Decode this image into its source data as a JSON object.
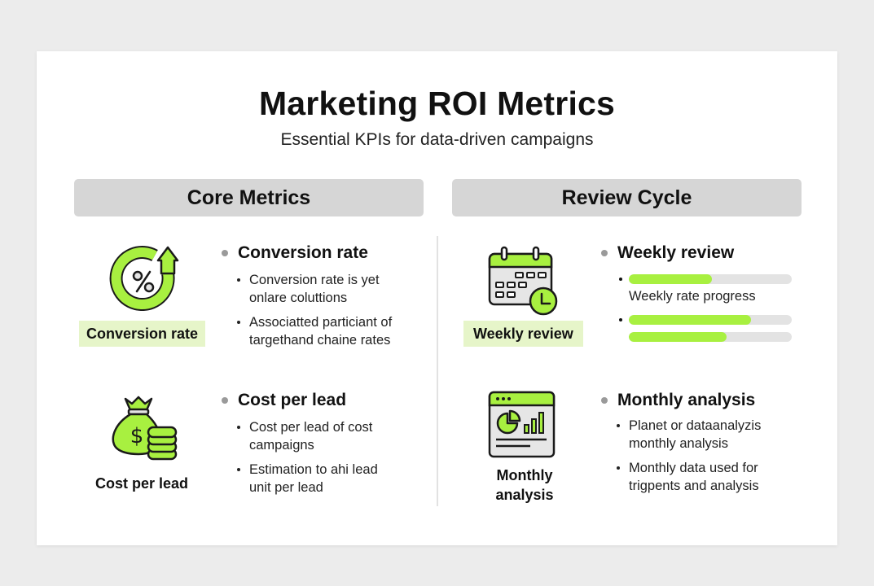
{
  "header": {
    "title": "Marketing ROI Metrics",
    "subtitle": "Essential KPIs for data-driven campaigns"
  },
  "colors": {
    "accent_green": "#a8f040",
    "label_highlight": "#e6f5c9",
    "section_header_bg": "#d6d6d6",
    "progress_track": "#e3e3e3",
    "page_bg": "#ececec",
    "card_bg": "#ffffff"
  },
  "sections": [
    {
      "header": "Core Metrics",
      "items": [
        {
          "icon": "percent-circular-arrow-icon",
          "icon_label": "Conversion rate",
          "title": "Conversion rate",
          "bullets": [
            "Conversion rate is yet onlare coluttions",
            "Associatted particiant of targethand chaine rates"
          ]
        },
        {
          "icon": "money-bag-coins-icon",
          "icon_label": "Cost per lead",
          "title": "Cost per lead",
          "bullets": [
            "Cost per lead of cost campaigns",
            "Estimation to ahi lead unit per lead"
          ]
        }
      ]
    },
    {
      "header": "Review Cycle",
      "items": [
        {
          "icon": "calendar-clock-icon",
          "icon_label": "Weekly review",
          "title": "Weekly review",
          "progress_caption": "Weekly rate progress",
          "progress_bars": [
            {
              "percent": 51
            },
            {
              "percent": 75
            },
            {
              "percent": 60
            }
          ]
        },
        {
          "icon": "analytics-window-icon",
          "icon_label": "Monthly analysis",
          "title": "Monthly analysis",
          "bullets": [
            "Planet or dataanalyzis monthly analysis",
            "Monthly data used for trigpents and analysis"
          ]
        }
      ]
    }
  ]
}
